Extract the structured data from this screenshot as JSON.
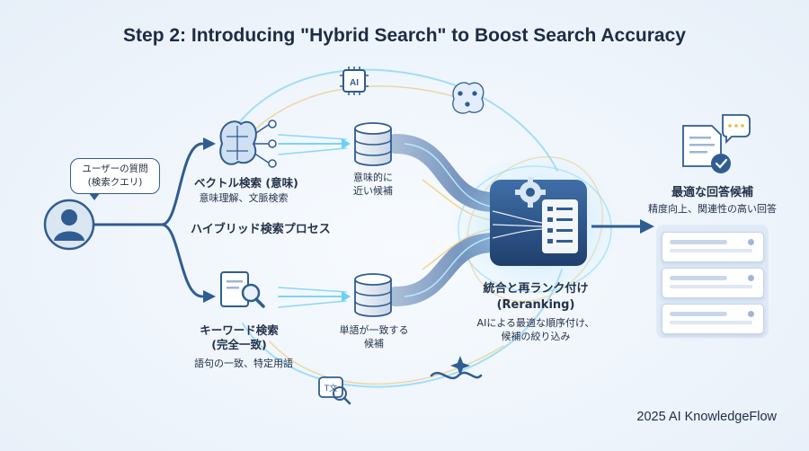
{
  "title": "Step 2: Introducing \"Hybrid Search\" to Boost Search Accuracy",
  "user": {
    "bubble_line1": "ユーザーの質問",
    "bubble_line2": "(検索クエリ)"
  },
  "process_label": "ハイブリッド検索プロセス",
  "vector": {
    "title": "ベクトル検索 (意味)",
    "sub": "意味理解、文脈検索",
    "result_line1": "意味的に",
    "result_line2": "近い候補"
  },
  "keyword": {
    "title_line1": "キーワード検索",
    "title_line2": "(完全一致)",
    "sub": "語句の一致、特定用語",
    "result_line1": "単語が一致する",
    "result_line2": "候補"
  },
  "rerank": {
    "title_line1": "統合と再ランク付け",
    "title_line2": "(Reranking)",
    "sub_line1": "AIによる最適な順序付け、",
    "sub_line2": "候補の絞り込み"
  },
  "output": {
    "title": "最適な回答候補",
    "sub": "精度向上、関連性の高い回答"
  },
  "ai_chip_label": "AI",
  "translate_glyph": "T文",
  "footer": "2025 AI KnowledgeFlow",
  "colors": {
    "navy": "#2f5d92",
    "accent_cyan": "#4fc3f7",
    "gold": "#e9b949",
    "title": "#1d2b45"
  },
  "icons": [
    "user-avatar-icon",
    "brain-network-icon",
    "document-search-icon",
    "database-icon",
    "ai-chip-icon",
    "neural-brain-icon",
    "translate-search-icon",
    "sparkle-icon",
    "wave-icon",
    "gear-icon",
    "checklist-icon",
    "answer-document-icon",
    "check-badge-icon",
    "chat-bubble-icon"
  ]
}
